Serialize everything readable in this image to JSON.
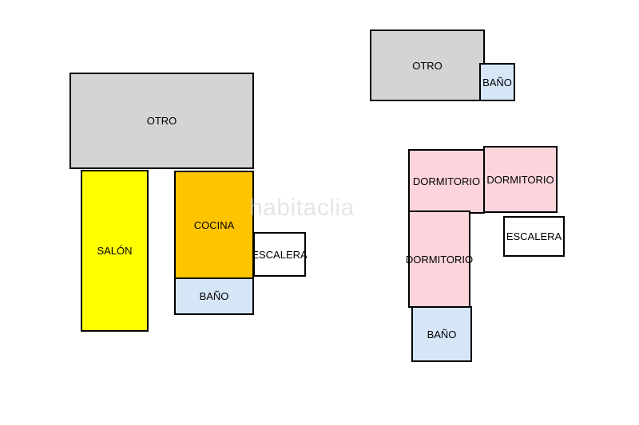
{
  "floor_left": {
    "otro": "OTRO",
    "salon": "SALÓN",
    "cocina": "COCINA",
    "escalera": "ESCALERA",
    "bano": "BAÑO"
  },
  "floor_right": {
    "otro": "OTRO",
    "bano_top": "BAÑO",
    "dormitorio_1": "DORMITORIO",
    "dormitorio_2": "DORMITORIO",
    "dormitorio_3": "DORMITORIO",
    "escalera": "ESCALERA",
    "bano_bottom": "BAÑO"
  },
  "watermark": "habitaclia",
  "colors": {
    "otro": "#d4d4d4",
    "salon": "#ffff00",
    "cocina": "#ffc400",
    "bano": "#d5e6f7",
    "dormitorio": "#fcd4dc",
    "escalera": "#ffffff"
  }
}
